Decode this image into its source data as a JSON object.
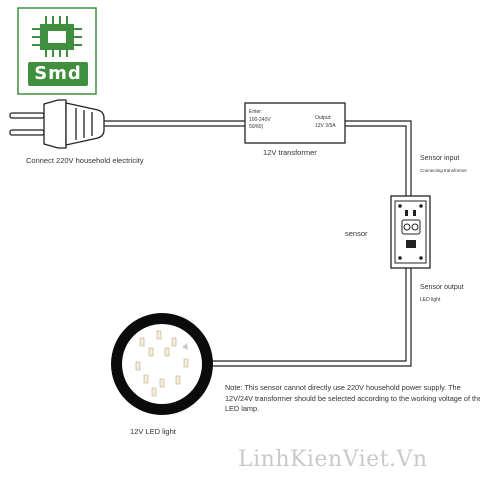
{
  "logo": {
    "text": "Smd",
    "color": "#3f8f3f"
  },
  "plug": {
    "label": "Connect 220V household electricity"
  },
  "transformer": {
    "caption": "12V transformer",
    "enter_label": "Enter:",
    "enter_line1": "100-240V",
    "enter_line2": "50/60)",
    "output_label": "Output:",
    "output_value": "12V 3/5A"
  },
  "sensor": {
    "label": "sensor",
    "input_label": "Sensor input",
    "input_sub": "Connecting transformer",
    "output_label": "Sensor output",
    "output_sub": "LED light"
  },
  "led": {
    "label": "12V LED light"
  },
  "note": "Note: This sensor cannot directly use 220V household power supply. The 12V/24V transformer should be selected according to the working voltage of the LED lamp.",
  "watermark": "LinhKienViet.Vn"
}
